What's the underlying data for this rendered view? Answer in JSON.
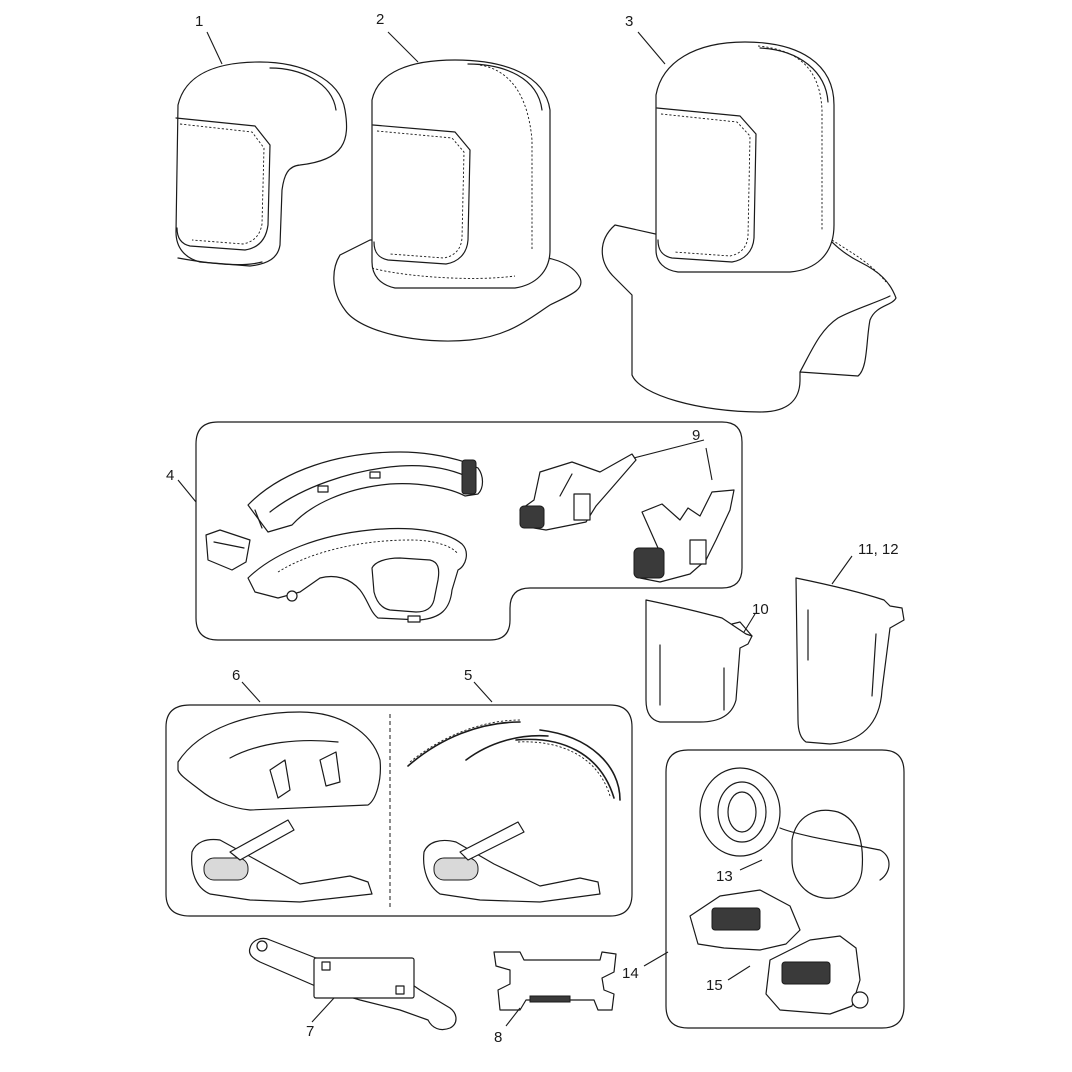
{
  "callouts": {
    "c1": "1",
    "c2": "2",
    "c3": "3",
    "c4": "4",
    "c5": "5",
    "c6": "6",
    "c7": "7",
    "c8": "8",
    "c9": "9",
    "c10": "10",
    "c11_12": "11, 12",
    "c13": "13",
    "c14": "14",
    "c15": "15"
  }
}
